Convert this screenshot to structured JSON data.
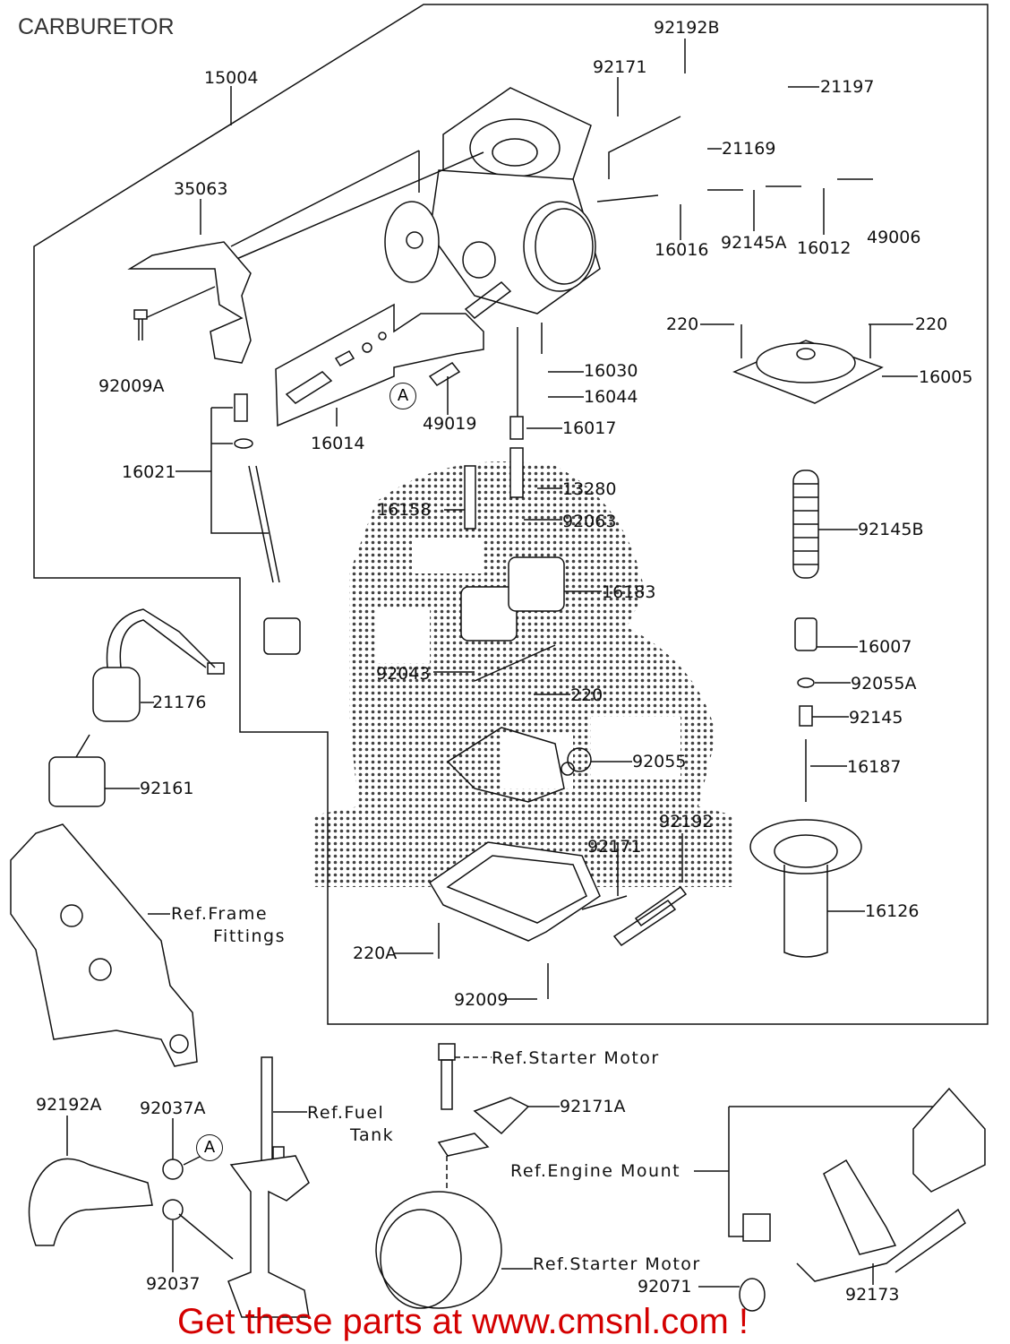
{
  "title": "CARBURETOR",
  "labels": [
    "15004",
    "92192B",
    "92171",
    "21197",
    "21169",
    "35063",
    "16016",
    "92145A",
    "16012",
    "49006",
    "220",
    "220",
    "16005",
    "92009A",
    "16030",
    "16044",
    "A",
    "49019",
    "16017",
    "16014",
    "16021",
    "13280",
    "16158",
    "92063",
    "92145B",
    "16183",
    "16007",
    "21176",
    "92043",
    "220",
    "92055A",
    "92145",
    "92055",
    "16187",
    "92161",
    "92192",
    "92171",
    "Ref.Frame",
    "Fittings",
    "16126",
    "220A",
    "92009",
    "Ref.Starter Motor",
    "92192A",
    "92037A",
    "Ref.Fuel",
    "Tank",
    "92171A",
    "A",
    "Ref.Engine Mount",
    "92037",
    "Ref.Starter Motor",
    "92071",
    "92173"
  ],
  "footer": "Get these parts at www.cmsnl.com !",
  "colors": {
    "line": "#111111",
    "footer": "#d40000",
    "watermark": "#222222"
  }
}
